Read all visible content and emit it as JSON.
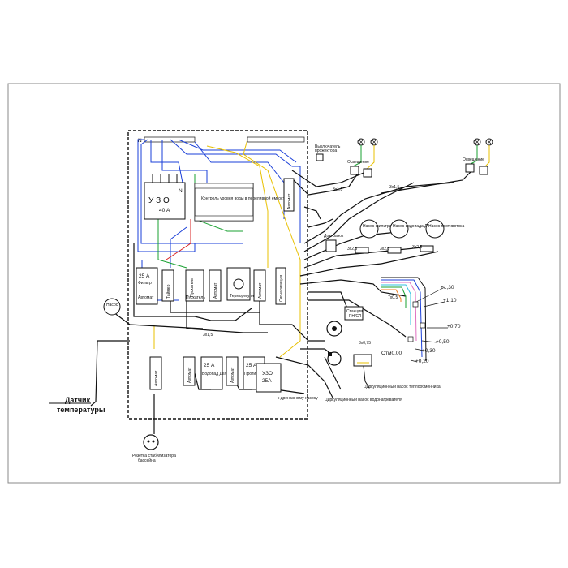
{
  "colors": {
    "background": "#ffffff",
    "sheet_border": "#888888",
    "wire_black": "#111111",
    "wire_blue": "#1a3fd8",
    "wire_yellow": "#e8c000",
    "wire_green": "#18a030",
    "wire_red": "#d82020",
    "wire_pink": "#e070c0",
    "wire_cyan": "#30c0e0",
    "wire_orange": "#f08020"
  },
  "icons": [
    "lamp-icon",
    "pressure-gauge-icon",
    "pump-icon",
    "plug-icon",
    "heater-icon"
  ],
  "panel": {
    "n_top": "N",
    "uzo_main_a": "У З О",
    "uzo_main_b": "40 А",
    "n_label": "N",
    "controller_label": "Контроль уровня воды в переливной емкости",
    "avtomat_right": "Автомат",
    "avtomat_mid": "Автомат",
    "filter_amp": "25 А",
    "filter_name": "Фильтр",
    "filter_avtomat": "Автомат",
    "timer": "Таймер",
    "pusk_label": "Пускатель",
    "puskatel2": "Пускатель",
    "heater_ctrl": "Терморегулятор",
    "overflow": "Сигнализация",
    "dosing": "Автомат",
    "bottom_avtomat1": "Автомат",
    "bottom_avtomat2": "Автомат",
    "bottom_avtomat3": "Автомат",
    "vodopad_amp": "25 А",
    "vodopad_name": "Водопад Дельфин",
    "protivotok_amp": "25 А",
    "protivotok_name": "Противоток",
    "uzo_small_a": "УЗО",
    "uzo_small_b": "25А",
    "cable_note": "к дренажному насосу",
    "cable_3x15": "3х1,5"
  },
  "external": {
    "temp_sensor_a": "Датчик",
    "temp_sensor_b": "температуры",
    "pressure_left": "Насос",
    "rozetka_a": "Розетка стабилизатора",
    "rozetka_b": "бассейна",
    "vyklyuchatel_a": "Выключатель",
    "vyklyuchatel_b": "прожектора",
    "lamps_note_left": "Освещение",
    "lamps_note_right": "Освещение",
    "cable_top_left": "3х1,5",
    "cable_top_right": "3х1,5",
    "nasos1": "Насос фильтрации",
    "nasos2": "Насос водопада Дельфин",
    "nasos3": "Насос противотока",
    "nasos_cable1": "3х2,5",
    "nasos_cable2": "3х2,5",
    "nasos_cable3": "3х2,5",
    "vannaya": "Доз. бачок",
    "stancia_a": "Станция",
    "stancia_b": "РН/СЛ",
    "heater_pump": "Циркуляционный насос теплообменника",
    "drain_pump": "Циркуляционный насос водонагревателя",
    "drenazh": "3х0,75",
    "cable_4x": "7х0,5"
  },
  "levels": [
    "+1,30",
    "+1,10",
    "+0,70",
    "+0,50",
    "+0,30",
    "+0,20",
    "Отм0,00"
  ]
}
